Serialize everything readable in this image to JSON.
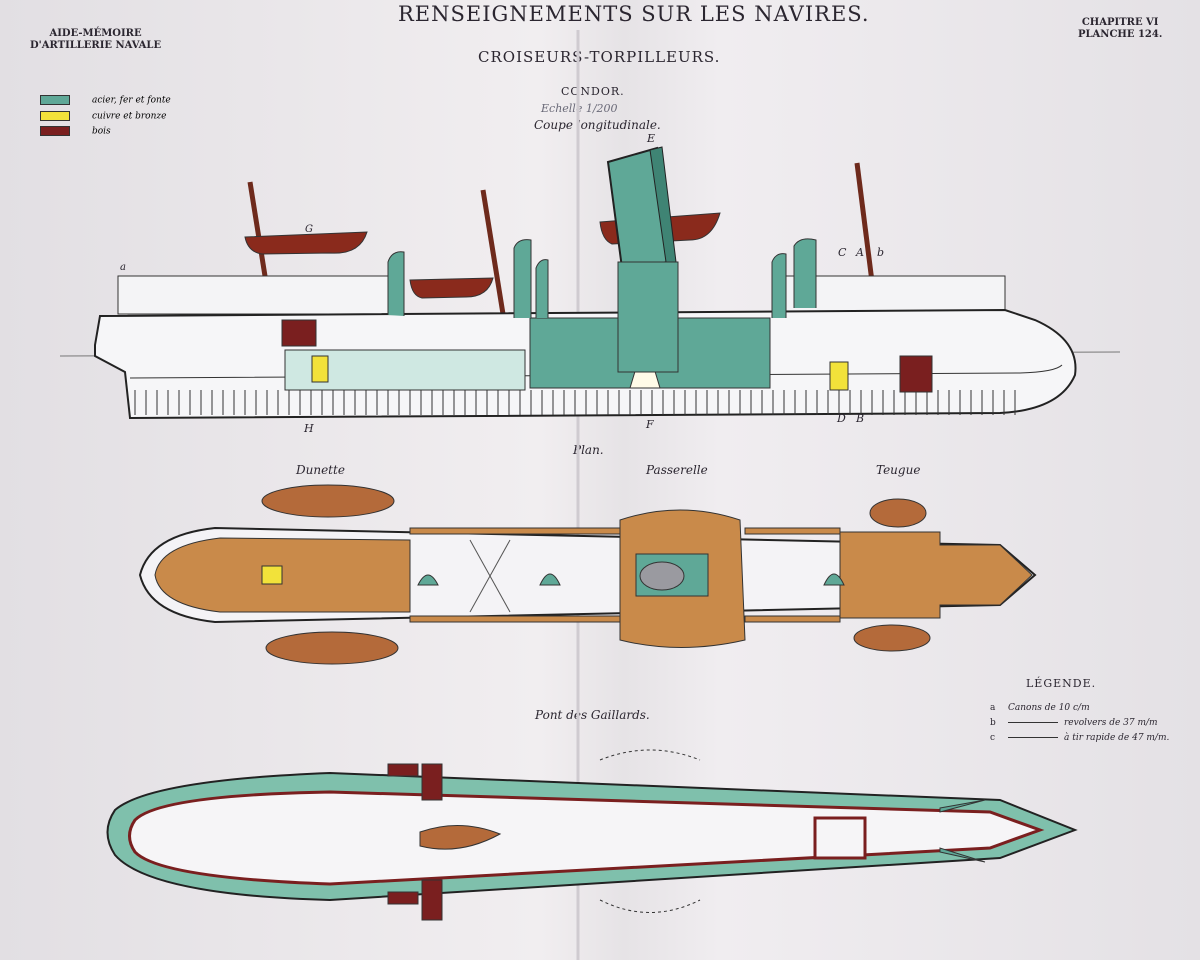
{
  "header": {
    "title": "RENSEIGNEMENTS SUR LES NAVIRES.",
    "left_line1": "AIDE-MÉMOIRE",
    "left_line2": "D'ARTILLERIE NAVALE",
    "right_line1": "CHAPITRE VI",
    "right_line2": "PLANCHE 124."
  },
  "subtitle": "CROISEURS-TORPILLEURS.",
  "ship_name": "CONDOR.",
  "scale": "Echelle 1/200",
  "materials_key": [
    {
      "label": "acier, fer et fonte",
      "color": "#5fa897"
    },
    {
      "label": "cuivre et bronze",
      "color": "#f2e23a"
    },
    {
      "label": "bois",
      "color": "#7a1f1f"
    }
  ],
  "views": {
    "section": "Coupe longitudinale.",
    "plan": "Plan.",
    "dunette": "Dunette",
    "passerelle": "Passerelle",
    "teugue": "Teugue",
    "gaillards": "Pont des Gaillards."
  },
  "section_marks": {
    "E": "E",
    "G": "G",
    "C": "C",
    "A": "A",
    "b": "b",
    "H": "H",
    "F": "F",
    "D": "D",
    "B": "B",
    "a": "a"
  },
  "legend": {
    "title": "LÉGENDE.",
    "items": [
      {
        "key": "a",
        "text": "Canons de 10 c/m"
      },
      {
        "key": "b",
        "text": "revolvers de 37 m/m"
      },
      {
        "key": "c",
        "text": "à tir rapide de 47 m/m."
      }
    ]
  },
  "colors": {
    "steel": "#5fa897",
    "brass": "#f2e23a",
    "wood": "#7a1f1f",
    "deck": "#c98a4a",
    "boat": "#b46a3a"
  }
}
